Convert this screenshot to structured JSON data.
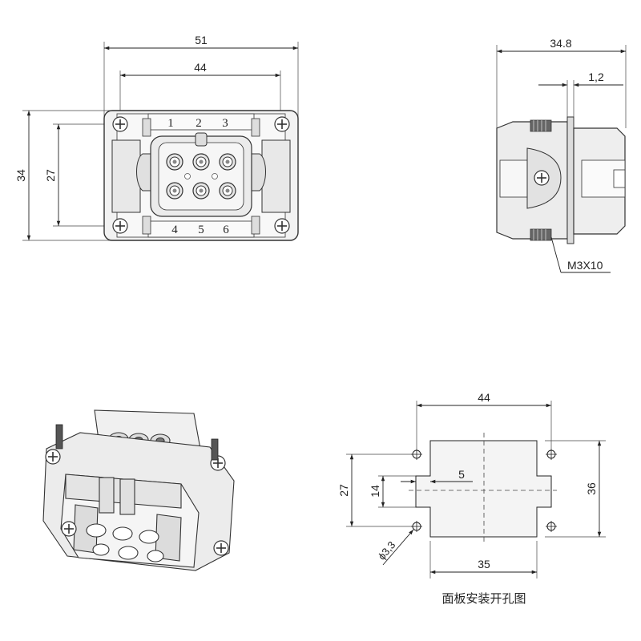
{
  "front_view": {
    "dim_overall_width": "51",
    "dim_hole_spacing_x": "44",
    "dim_overall_height": "34",
    "dim_hole_spacing_y": "27",
    "pin_labels_top": [
      "1",
      "2",
      "3"
    ],
    "pin_labels_bottom": [
      "4",
      "5",
      "6"
    ]
  },
  "side_view": {
    "dim_depth": "34.8",
    "dim_flange": "1,2",
    "screw_callout": "M3X10"
  },
  "panel_cutout": {
    "dim_hole_spacing_x": "44",
    "dim_hole_spacing_y": "27",
    "dim_height": "36",
    "dim_notch_height": "14",
    "dim_notch_depth": "5",
    "dim_width": "35",
    "dim_hole_diameter": "ϕ3,3",
    "caption": "面板安装开孔图"
  }
}
